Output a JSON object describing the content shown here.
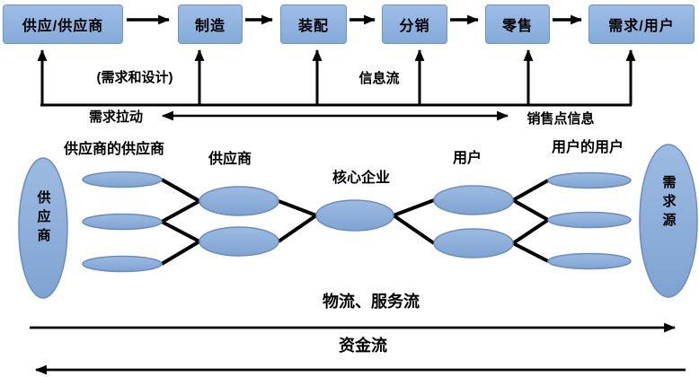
{
  "colors": {
    "box_fill_top": "#9dbde6",
    "box_fill_bottom": "#85aad8",
    "box_border": "#6f94c0",
    "ellipse_border": "#6b8cbf",
    "arrow": "#000000",
    "text": "#000000",
    "bg": "#ffffff"
  },
  "flow": {
    "boxes": [
      {
        "label": "供应/供应商"
      },
      {
        "label": "制造"
      },
      {
        "label": "装配"
      },
      {
        "label": "分销"
      },
      {
        "label": "零售"
      },
      {
        "label": "需求/用户"
      }
    ],
    "annotations": {
      "demand_design": "(需求和设计)",
      "info_flow": "信息流",
      "demand_pull": "需求拉动",
      "pos_info": "销售点信息"
    }
  },
  "network": {
    "left_source": "供应商",
    "right_source": "需求源",
    "tier_labels": [
      "供应商的供应商",
      "供应商",
      "核心企业",
      "用户",
      "用户的用户"
    ]
  },
  "bottom": {
    "logistics_flow": "物流、服务流",
    "capital_flow": "资金流"
  }
}
